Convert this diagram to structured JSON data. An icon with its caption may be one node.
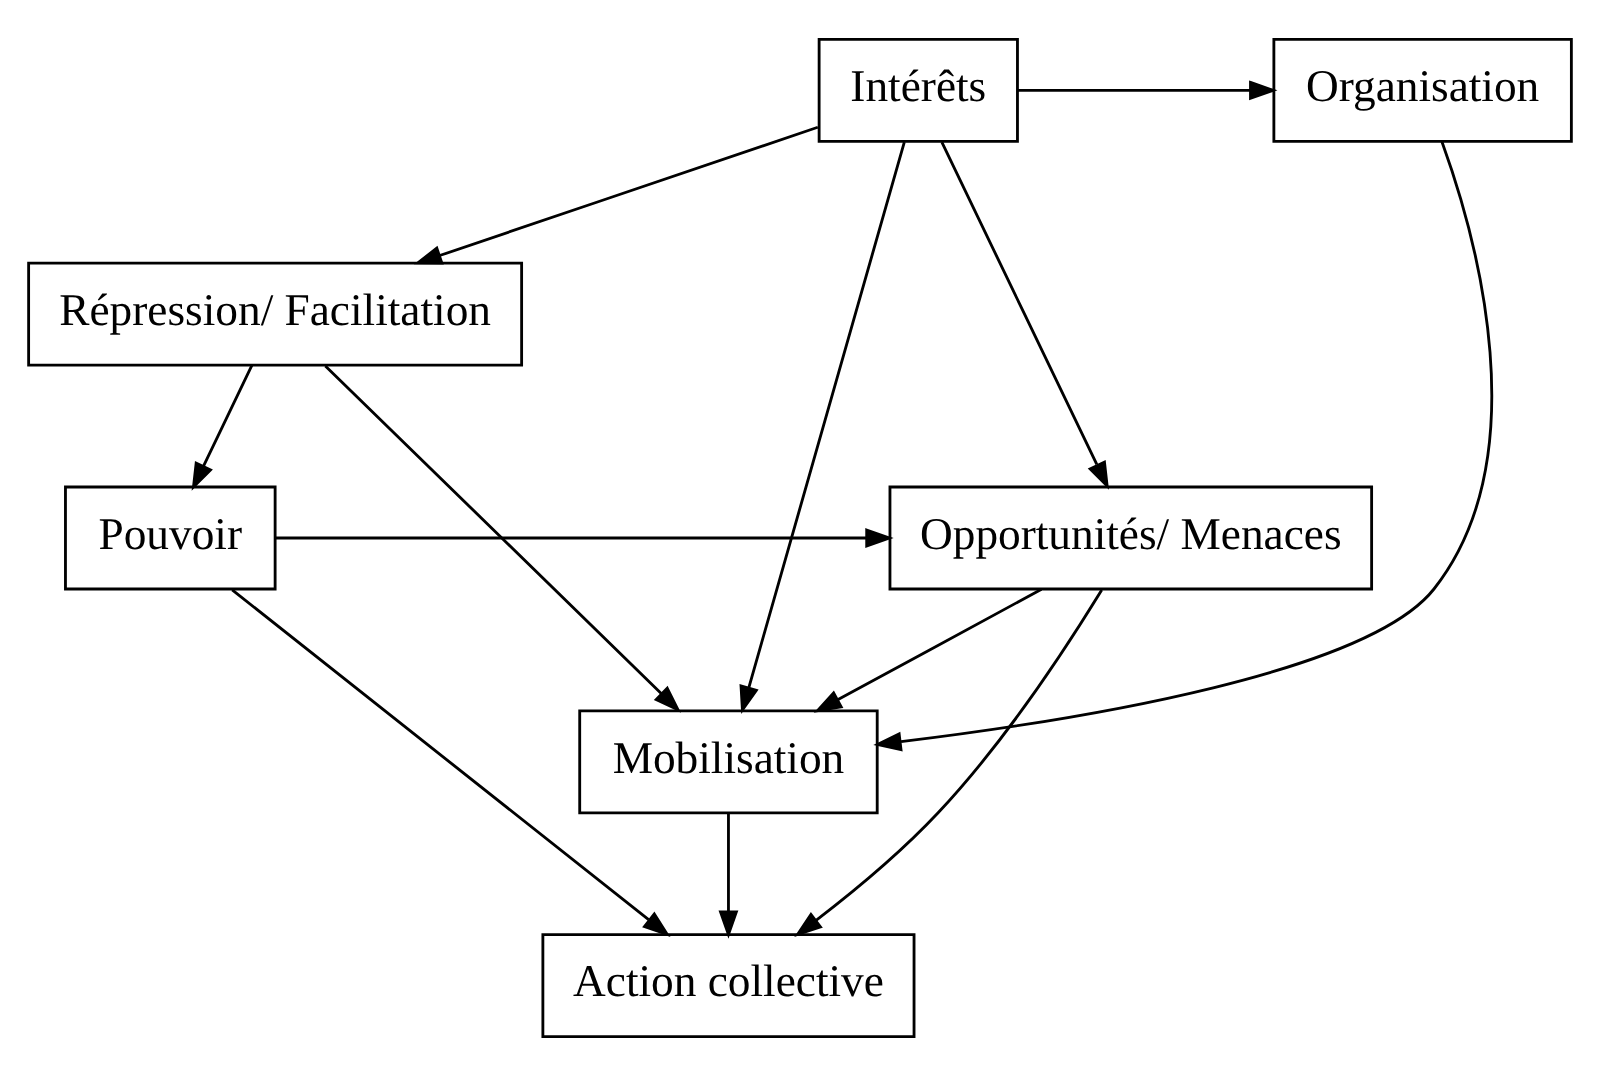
{
  "diagram": {
    "nodes": [
      {
        "text": [
          "Organisation"
        ]
      },
      {
        "text": [
          "Intérêts"
        ]
      },
      {
        "text": [
          "Mobilisation"
        ]
      },
      {
        "text": [
          "Répression/ Facilitation"
        ]
      },
      {
        "text": [
          "Opportunités/ Menaces"
        ]
      },
      {
        "text": [
          "Pouvoir"
        ]
      },
      {
        "text": [
          "Action collective"
        ]
      }
    ],
    "edges": [
      {
        "from": 1,
        "to": 0,
        "arrow": "to"
      },
      {
        "from": 0,
        "to": 2,
        "arrow": "to"
      },
      {
        "from": 1,
        "to": 2,
        "arrow": "to"
      },
      {
        "from": 1,
        "to": 3,
        "arrow": "to"
      },
      {
        "from": 1,
        "to": 4,
        "arrow": "to"
      },
      {
        "from": 3,
        "to": 2,
        "arrow": "to"
      },
      {
        "from": 3,
        "to": 5,
        "arrow": "to"
      },
      {
        "from": 4,
        "to": 2,
        "arrow": "to"
      },
      {
        "from": 5,
        "to": 4,
        "arrow": "to"
      },
      {
        "from": 2,
        "to": 6,
        "arrow": "to"
      },
      {
        "from": 4,
        "to": 6,
        "arrow": "to"
      },
      {
        "from": 5,
        "to": 6,
        "arrow": "to"
      }
    ]
  }
}
